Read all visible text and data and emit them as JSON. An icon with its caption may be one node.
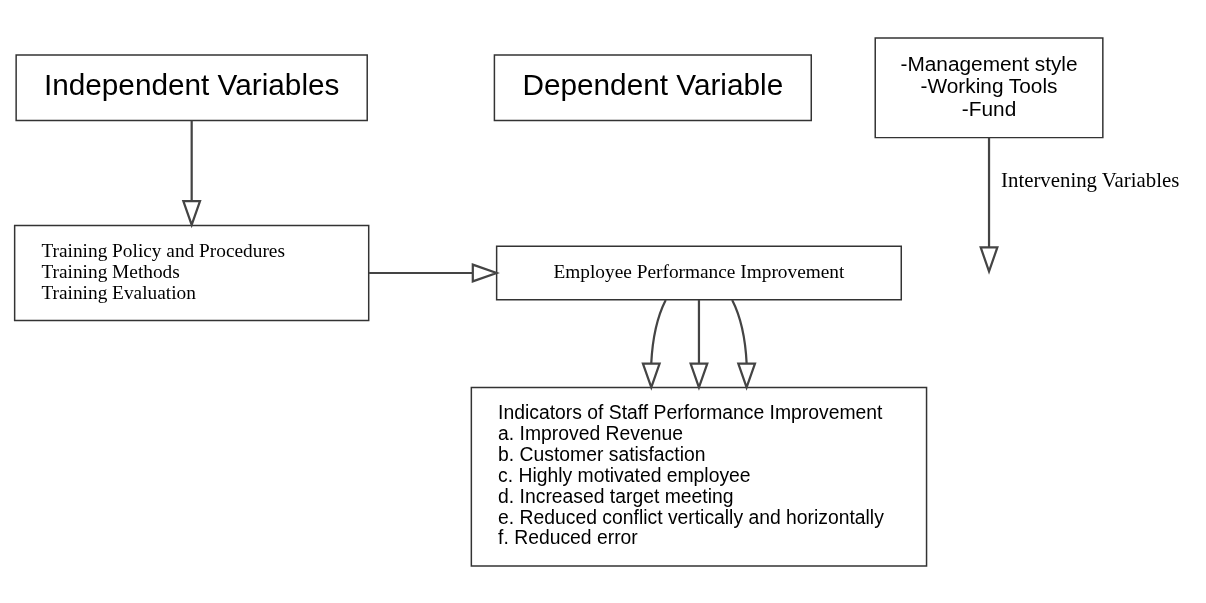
{
  "diagram": {
    "nodes": [
      {
        "text": [
          "Independent Variables"
        ]
      },
      {
        "text": [
          "Training Policy and Procedures",
          "Training Methods",
          "Training Evaluation"
        ]
      },
      {
        "text": [
          "Dependent Variable"
        ]
      },
      {
        "text": [
          "Employee Performance Improvement"
        ]
      },
      {
        "text": [
          "Indicators of Staff Performance Improvement",
          "a. Improved Revenue",
          "b. Customer satisfaction",
          "c. Highly motivated employee",
          "d. Increased target meeting",
          "e. Reduced conflict vertically and horizontally",
          "f. Reduced error"
        ]
      },
      {
        "text": [
          "-Management style",
          "-Working Tools",
          "-Fund"
        ]
      }
    ],
    "edges": [
      {
        "from": 0,
        "to": 1,
        "arrow": "to"
      },
      {
        "from": 1,
        "to": 3,
        "arrow": "to"
      },
      {
        "from": 3,
        "to": 4,
        "arrow": "to"
      },
      {
        "from": 3,
        "to": 4,
        "arrow": "to"
      },
      {
        "from": 3,
        "to": 4,
        "arrow": "to"
      },
      {
        "from": 5,
        "to": null,
        "arrow": "to",
        "label": "Intervening Variables"
      }
    ]
  }
}
